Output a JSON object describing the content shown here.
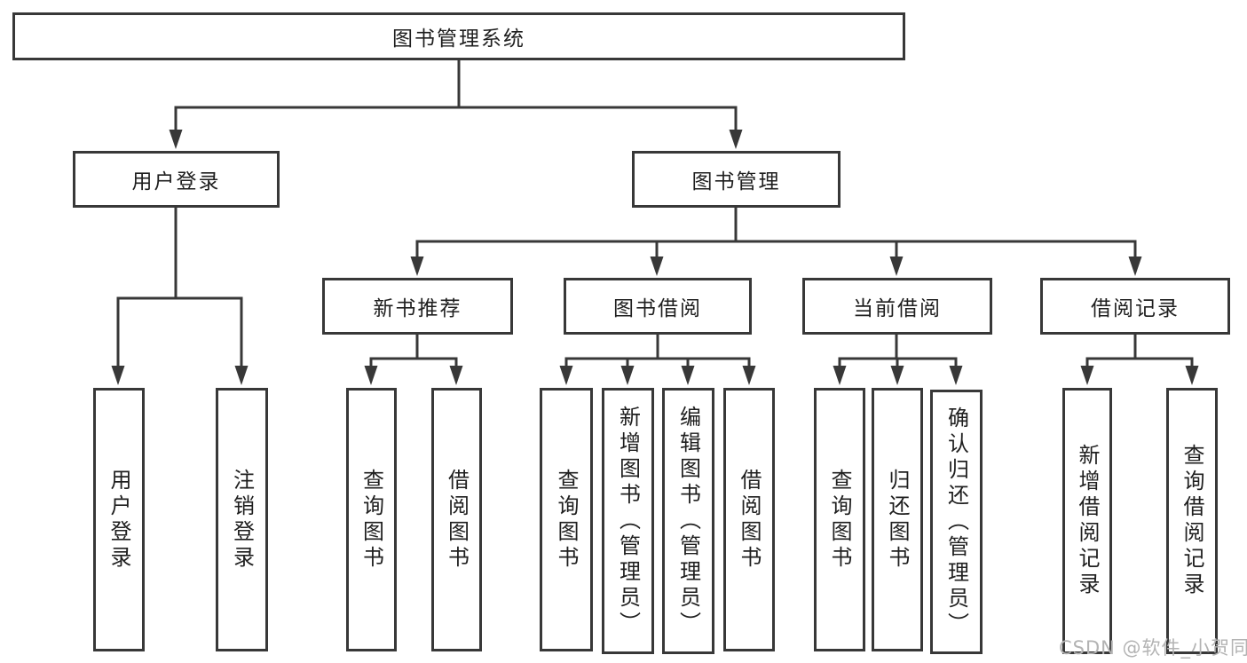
{
  "tree": {
    "label": "图书管理系统",
    "children": [
      {
        "label": "用户登录",
        "children": [
          {
            "label": "用户登录"
          },
          {
            "label": "注销登录"
          }
        ]
      },
      {
        "label": "图书管理",
        "children": [
          {
            "label": "新书推荐",
            "children": [
              {
                "label": "查询图书"
              },
              {
                "label": "借阅图书"
              }
            ]
          },
          {
            "label": "图书借阅",
            "children": [
              {
                "label": "查询图书"
              },
              {
                "label": "新增图书（管理员）"
              },
              {
                "label": "编辑图书（管理员）"
              },
              {
                "label": "借阅图书"
              }
            ]
          },
          {
            "label": "当前借阅",
            "children": [
              {
                "label": "查询图书"
              },
              {
                "label": "归还图书"
              },
              {
                "label": "确认归还（管理员）"
              }
            ]
          },
          {
            "label": "借阅记录",
            "children": [
              {
                "label": "新增借阅记录"
              },
              {
                "label": "查询借阅记录"
              }
            ]
          }
        ]
      }
    ]
  },
  "watermark": {
    "text": "CSDN @软件_小贺同学"
  },
  "colors": {
    "line": "#383838",
    "text": "#1f1f1f",
    "background": "#ffffff",
    "watermark": "#b3b3b3"
  }
}
